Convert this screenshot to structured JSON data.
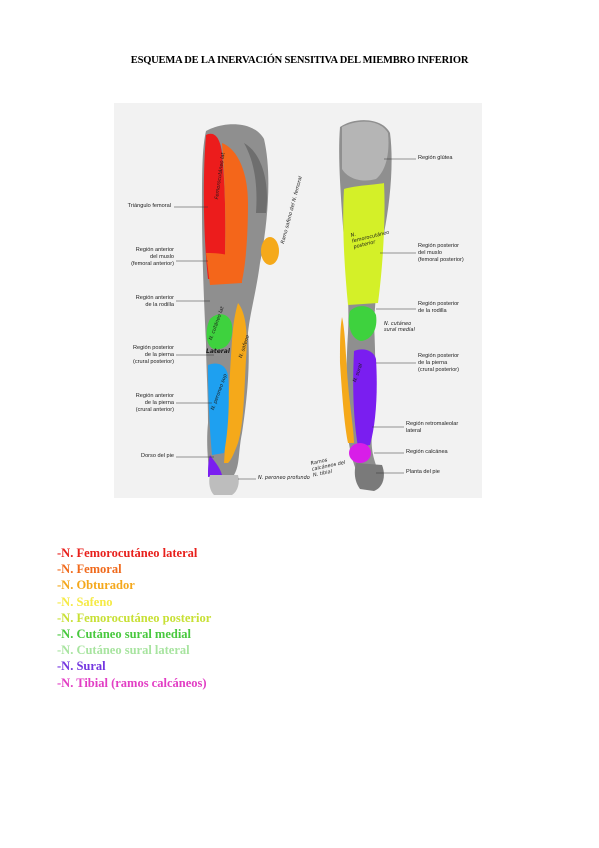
{
  "title": "ESQUEMA DE LA INERVACIÓN SENSITIVA DEL MIEMBRO INFERIOR",
  "figure": {
    "left_labels": [
      {
        "lines": [
          "Triángulo femoral"
        ]
      },
      {
        "lines": [
          "Región anterior",
          "del muslo",
          "(femoral anterior)"
        ]
      },
      {
        "lines": [
          "Región anterior",
          "de la rodilla"
        ]
      },
      {
        "lines": [
          "Región posterior",
          "de la pierna",
          "(crural posterior)"
        ]
      },
      {
        "lines": [
          "Región anterior",
          "de la pierna",
          "(crural anterior)"
        ]
      },
      {
        "lines": [
          "Dorso del pie"
        ]
      }
    ],
    "right_labels": [
      {
        "lines": [
          "Región glútea"
        ]
      },
      {
        "lines": [
          "Región posterior",
          "del muslo",
          "(femoral posterior)"
        ]
      },
      {
        "lines": [
          "Región posterior",
          "de la rodilla"
        ]
      },
      {
        "lines": [
          "Región posterior",
          "de la pierna",
          "(crural posterior)"
        ]
      },
      {
        "lines": [
          "Región retromaleolar",
          "lateral"
        ]
      },
      {
        "lines": [
          "Región calcánea"
        ]
      },
      {
        "lines": [
          "Planta del pie"
        ]
      }
    ],
    "handwritten": {
      "femorocutaneo_lat": "Femorocutáneo lat",
      "ramo_safeno": "Ramo safeno del N. femoral",
      "cutaneo_lat": "N. cutáneo lat",
      "lateral": "Lateral",
      "n_safeno": "N. safeno",
      "peroneo_sup": "N. peroneo sup",
      "peroneo_prof": "N. peroneo profundo",
      "femorocutaneo_post": "N. femorocutáneo posterior",
      "cutaneo_sural_med": "N. cutáneo sural medial",
      "sural": "N. sural",
      "ramos_calcaneos": "Ramos calcáneos del N. tibial"
    }
  },
  "legend": [
    {
      "text": "-N. Femorocutáneo lateral",
      "color": "#e8201c"
    },
    {
      "text": "-N. Femoral",
      "color": "#f06a1c"
    },
    {
      "text": "-N. Obturador",
      "color": "#f4a81c"
    },
    {
      "text": "-N. Safeno",
      "color": "#f5ea46"
    },
    {
      "text": "-N. Femorocutáneo posterior",
      "color": "#c8e036"
    },
    {
      "text": "-N. Cutáneo sural medial",
      "color": "#48c83e"
    },
    {
      "text": "-N. Cutáneo sural lateral",
      "color": "#a8e4a0"
    },
    {
      "text": "-N. Sural",
      "color": "#7436e0"
    },
    {
      "text": "-N. Tibial (ramos calcáneos)",
      "color": "#e23ec4"
    }
  ],
  "colors": {
    "lateral_femoral": "#ec1c1c",
    "femoral": "#f4661a",
    "obturador": "#f5a91a",
    "safeno": "#f4e42a",
    "femorocutaneo_posterior": "#d4f028",
    "cutaneo_sural_medial": "#3ed23e",
    "cutaneo_sural_lateral": "#8cdc8c",
    "peroneo": "#1ea0f0",
    "sural": "#7a1ef0",
    "tibial": "#d81ee8",
    "skin": "#9a9a9a"
  }
}
